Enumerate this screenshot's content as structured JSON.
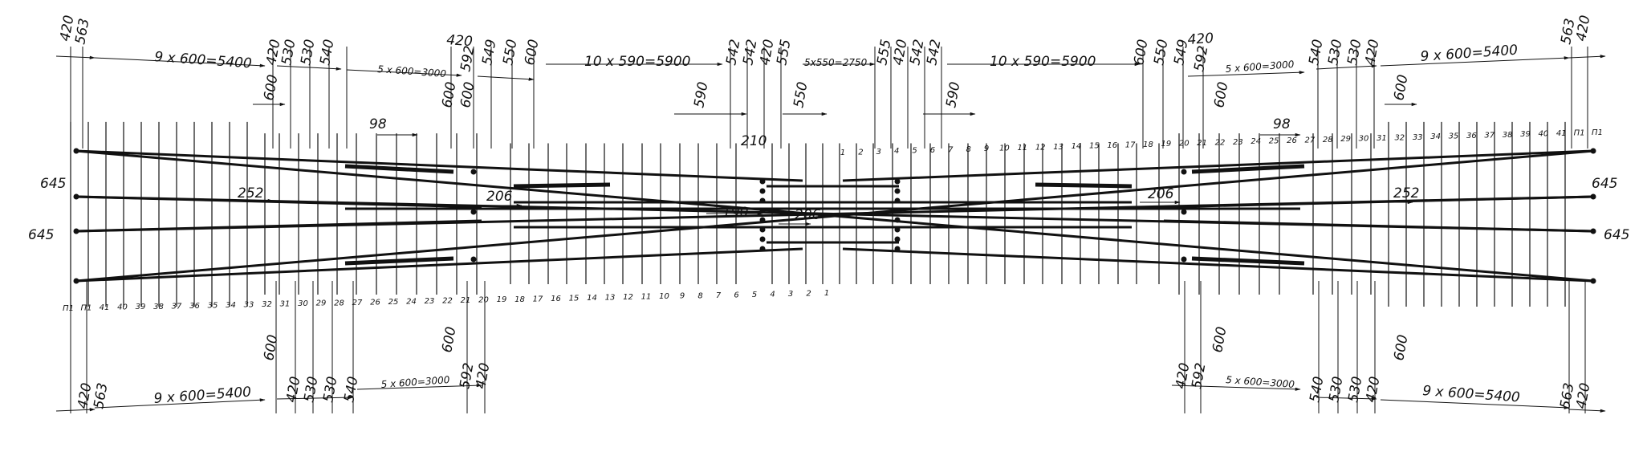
{
  "colors": {
    "ink": "#111111",
    "background": "#ffffff"
  },
  "top_dimensions": {
    "left_group": [
      "420",
      "563",
      "9 x 600=5400",
      "420",
      "530",
      "530",
      "540",
      "5 x 600=3000",
      "420",
      "592",
      "549",
      "550",
      "600"
    ],
    "center_group": [
      "10 x 590=5900",
      "542",
      "542",
      "420",
      "555",
      "5x550=2750",
      "555",
      "420",
      "542",
      "542",
      "10 x 590=5900"
    ],
    "right_group": [
      "600",
      "550",
      "549",
      "420",
      "592",
      "5 x 600=3000",
      "540",
      "530",
      "530",
      "420",
      "9 x 600=5400",
      "563",
      "420"
    ]
  },
  "detail_dimensions": {
    "left": [
      "600",
      "600",
      "600",
      "98",
      "252",
      "206"
    ],
    "center": [
      "590",
      "550",
      "590",
      "210",
      "190",
      "206"
    ],
    "right": [
      "600",
      "600",
      "98",
      "206",
      "252"
    ]
  },
  "side_dimensions": {
    "left": [
      "645",
      "645"
    ],
    "right": [
      "645",
      "645"
    ]
  },
  "bottom_dimensions": {
    "left_group": [
      "600",
      "600",
      "420",
      "563",
      "9 x 600=5400",
      "420",
      "530",
      "530",
      "540",
      "5 x 600=3000",
      "592",
      "420"
    ],
    "right_group": [
      "600",
      "600",
      "420",
      "592",
      "5 x 600=3000",
      "540",
      "530",
      "530",
      "420",
      "9 x 600=5400",
      "563",
      "420"
    ]
  },
  "sleeper_numbers_bottom": [
    "П1",
    "П1",
    "41",
    "40",
    "39",
    "38",
    "37",
    "36",
    "35",
    "34",
    "33",
    "32",
    "31",
    "30",
    "29",
    "28",
    "27",
    "26",
    "25",
    "24",
    "23",
    "22",
    "21",
    "20",
    "19",
    "18",
    "17",
    "16",
    "15",
    "14",
    "13",
    "12",
    "11",
    "10",
    "9",
    "8",
    "7",
    "6",
    "5",
    "4",
    "3",
    "2",
    "1"
  ],
  "sleeper_numbers_top": [
    "1",
    "2",
    "3",
    "4",
    "5",
    "6",
    "7",
    "8",
    "9",
    "10",
    "11",
    "12",
    "13",
    "14",
    "15",
    "16",
    "17",
    "18",
    "19",
    "20",
    "21",
    "22",
    "23",
    "24",
    "25",
    "26",
    "27",
    "28",
    "29",
    "30",
    "31",
    "32",
    "33",
    "34",
    "35",
    "36",
    "37",
    "38",
    "39",
    "40",
    "41",
    "П1",
    "П1"
  ]
}
